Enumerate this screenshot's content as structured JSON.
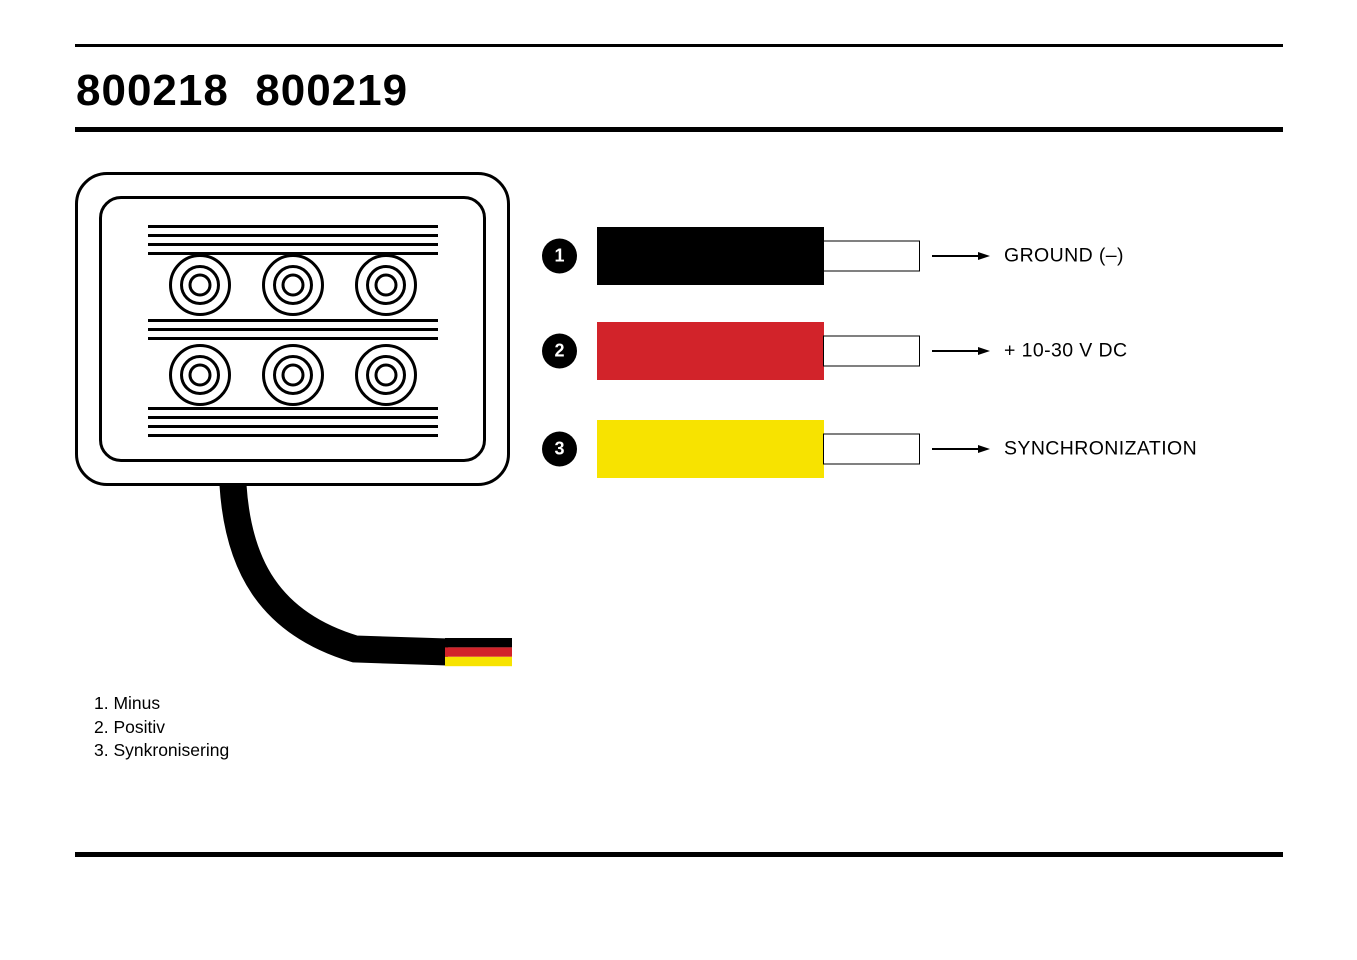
{
  "document": {
    "title": "800218  800219"
  },
  "wires": [
    {
      "number": "1",
      "color": "#000000",
      "label": "GROUND (–)"
    },
    {
      "number": "2",
      "color": "#d2232a",
      "label": "+ 10-30 V DC"
    },
    {
      "number": "3",
      "color": "#f7e300",
      "label": "SYNCHRONIZATION"
    }
  ],
  "footnotes": [
    "1. Minus",
    "2. Positiv",
    "3. Synkronisering"
  ]
}
